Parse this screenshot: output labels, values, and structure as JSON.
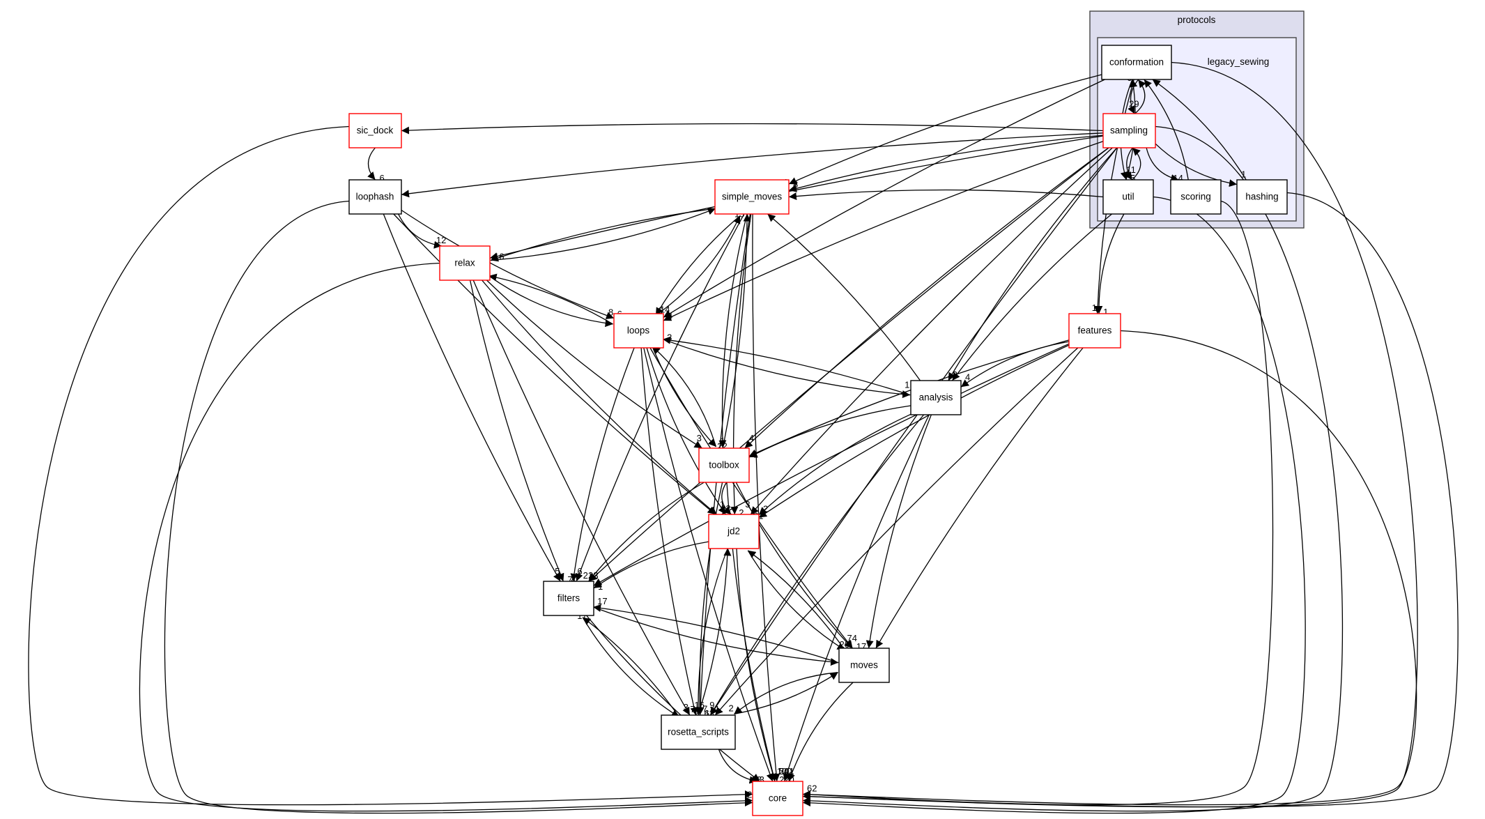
{
  "diagram": {
    "type": "directory-dependency-graph",
    "colors": {
      "node_border_default": "#000000",
      "node_border_highlight": "#ff0000",
      "cluster_outer_fill": "#ddddee",
      "cluster_inner_fill": "#eeeeff",
      "cluster_border": "#444444",
      "edge": "#000000"
    },
    "clusters": [
      {
        "id": "protocols",
        "label": "protocols"
      },
      {
        "id": "legacy_sewing",
        "label": "legacy_sewing",
        "parent": "protocols"
      }
    ],
    "nodes": [
      {
        "id": "conformation",
        "label": "conformation",
        "cluster": "legacy_sewing",
        "highlight": false
      },
      {
        "id": "sampling",
        "label": "sampling",
        "cluster": "legacy_sewing",
        "highlight": true
      },
      {
        "id": "util",
        "label": "util",
        "cluster": "legacy_sewing",
        "highlight": false
      },
      {
        "id": "scoring",
        "label": "scoring",
        "cluster": "legacy_sewing",
        "highlight": false
      },
      {
        "id": "hashing",
        "label": "hashing",
        "cluster": "legacy_sewing",
        "highlight": false
      },
      {
        "id": "sic_dock",
        "label": "sic_dock",
        "highlight": true
      },
      {
        "id": "loophash",
        "label": "loophash",
        "highlight": false
      },
      {
        "id": "simple_moves",
        "label": "simple_moves",
        "highlight": true
      },
      {
        "id": "relax",
        "label": "relax",
        "highlight": true
      },
      {
        "id": "loops",
        "label": "loops",
        "highlight": true
      },
      {
        "id": "features",
        "label": "features",
        "highlight": true
      },
      {
        "id": "analysis",
        "label": "analysis",
        "highlight": false
      },
      {
        "id": "toolbox",
        "label": "toolbox",
        "highlight": true
      },
      {
        "id": "jd2",
        "label": "jd2",
        "highlight": true
      },
      {
        "id": "filters",
        "label": "filters",
        "highlight": false
      },
      {
        "id": "moves",
        "label": "moves",
        "highlight": false
      },
      {
        "id": "rosetta_scripts",
        "label": "rosetta_scripts",
        "highlight": false
      },
      {
        "id": "core",
        "label": "core",
        "highlight": true
      }
    ],
    "edges": [
      {
        "from": "conformation",
        "to": "sampling",
        "label": "29"
      },
      {
        "from": "sampling",
        "to": "conformation",
        "label": "5"
      },
      {
        "from": "util",
        "to": "conformation",
        "label": "6"
      },
      {
        "from": "scoring",
        "to": "conformation",
        "label": "5"
      },
      {
        "from": "hashing",
        "to": "conformation",
        "label": ""
      },
      {
        "from": "conformation",
        "to": "util",
        "label": "5"
      },
      {
        "from": "sampling",
        "to": "util",
        "label": "11"
      },
      {
        "from": "util",
        "to": "sampling",
        "label": "2"
      },
      {
        "from": "sampling",
        "to": "scoring",
        "label": "14"
      },
      {
        "from": "sampling",
        "to": "hashing",
        "label": "1"
      },
      {
        "from": "sampling",
        "to": "sic_dock",
        "label": "2"
      },
      {
        "from": "sic_dock",
        "to": "loophash",
        "label": "6"
      },
      {
        "from": "sampling",
        "to": "loophash",
        "label": "5"
      },
      {
        "from": "sampling",
        "to": "simple_moves",
        "label": "8"
      },
      {
        "from": "conformation",
        "to": "simple_moves",
        "label": "1"
      },
      {
        "from": "util",
        "to": "simple_moves",
        "label": "1"
      },
      {
        "from": "loophash",
        "to": "relax",
        "label": "12"
      },
      {
        "from": "sampling",
        "to": "relax",
        "label": "16"
      },
      {
        "from": "simple_moves",
        "to": "relax",
        "label": "2"
      },
      {
        "from": "relax",
        "to": "simple_moves",
        "label": "32"
      },
      {
        "from": "loops",
        "to": "relax",
        "label": "1"
      },
      {
        "from": "relax",
        "to": "loops",
        "label": "6"
      },
      {
        "from": "loophash",
        "to": "loops",
        "label": "8"
      },
      {
        "from": "conformation",
        "to": "loops",
        "label": "4"
      },
      {
        "from": "sampling",
        "to": "loops",
        "label": "6"
      },
      {
        "from": "simple_moves",
        "to": "loops",
        "label": "14"
      },
      {
        "from": "loops",
        "to": "simple_moves",
        "label": "15"
      },
      {
        "from": "toolbox",
        "to": "simple_moves",
        "label": "10"
      },
      {
        "from": "analysis",
        "to": "simple_moves",
        "label": "1"
      },
      {
        "from": "analysis",
        "to": "loops",
        "label": "3"
      },
      {
        "from": "loops",
        "to": "analysis",
        "label": "1"
      },
      {
        "from": "sampling",
        "to": "analysis",
        "label": "2"
      },
      {
        "from": "util",
        "to": "analysis",
        "label": "1"
      },
      {
        "from": "features",
        "to": "analysis",
        "label": "4"
      },
      {
        "from": "conformation",
        "to": "features",
        "label": "1"
      },
      {
        "from": "util",
        "to": "features",
        "label": "1"
      },
      {
        "from": "relax",
        "to": "toolbox",
        "label": "3"
      },
      {
        "from": "loops",
        "to": "toolbox",
        "label": "1"
      },
      {
        "from": "simple_moves",
        "to": "toolbox",
        "label": "22"
      },
      {
        "from": "sampling",
        "to": "toolbox",
        "label": "4"
      },
      {
        "from": "analysis",
        "to": "toolbox",
        "label": "4"
      },
      {
        "from": "features",
        "to": "toolbox",
        "label": "1"
      },
      {
        "from": "toolbox",
        "to": "loops",
        "label": "15"
      },
      {
        "from": "relax",
        "to": "jd2",
        "label": "1"
      },
      {
        "from": "loops",
        "to": "jd2",
        "label": "1"
      },
      {
        "from": "loophash",
        "to": "jd2",
        "label": "1"
      },
      {
        "from": "toolbox",
        "to": "jd2",
        "label": "2"
      },
      {
        "from": "simple_moves",
        "to": "jd2",
        "label": "2"
      },
      {
        "from": "sampling",
        "to": "jd2",
        "label": "3"
      },
      {
        "from": "analysis",
        "to": "jd2",
        "label": "2"
      },
      {
        "from": "features",
        "to": "jd2",
        "label": "21"
      },
      {
        "from": "rosetta_scripts",
        "to": "jd2",
        "label": "5"
      },
      {
        "from": "moves",
        "to": "jd2",
        "label": "1"
      },
      {
        "from": "relax",
        "to": "filters",
        "label": "7"
      },
      {
        "from": "loophash",
        "to": "filters",
        "label": "5"
      },
      {
        "from": "sampling",
        "to": "filters",
        "label": "3"
      },
      {
        "from": "simple_moves",
        "to": "filters",
        "label": "4"
      },
      {
        "from": "loops",
        "to": "filters",
        "label": "6"
      },
      {
        "from": "toolbox",
        "to": "filters",
        "label": "2"
      },
      {
        "from": "jd2",
        "to": "filters",
        "label": "1"
      },
      {
        "from": "features",
        "to": "filters",
        "label": "22"
      },
      {
        "from": "moves",
        "to": "filters",
        "label": "17"
      },
      {
        "from": "rosetta_scripts",
        "to": "filters",
        "label": "17"
      },
      {
        "from": "filters",
        "to": "moves",
        "label": "12"
      },
      {
        "from": "jd2",
        "to": "moves",
        "label": "26"
      },
      {
        "from": "toolbox",
        "to": "moves",
        "label": "17"
      },
      {
        "from": "loops",
        "to": "moves",
        "label": "74"
      },
      {
        "from": "analysis",
        "to": "moves",
        "label": ""
      },
      {
        "from": "features",
        "to": "moves",
        "label": ""
      },
      {
        "from": "rosetta_scripts",
        "to": "moves",
        "label": "39"
      },
      {
        "from": "moves",
        "to": "rosetta_scripts",
        "label": "2"
      },
      {
        "from": "simple_moves",
        "to": "rosetta_scripts",
        "label": "63"
      },
      {
        "from": "toolbox",
        "to": "rosetta_scripts",
        "label": "16"
      },
      {
        "from": "jd2",
        "to": "rosetta_scripts",
        "label": "7"
      },
      {
        "from": "analysis",
        "to": "rosetta_scripts",
        "label": "1"
      },
      {
        "from": "filters",
        "to": "rosetta_scripts",
        "label": "3"
      },
      {
        "from": "loops",
        "to": "rosetta_scripts",
        "label": "7"
      },
      {
        "from": "relax",
        "to": "rosetta_scripts",
        "label": "2"
      },
      {
        "from": "features",
        "to": "rosetta_scripts",
        "label": "9"
      },
      {
        "from": "sampling",
        "to": "rosetta_scripts",
        "label": "1"
      },
      {
        "from": "rosetta_scripts",
        "to": "core",
        "label": "88"
      },
      {
        "from": "jd2",
        "to": "core",
        "label": "201"
      },
      {
        "from": "moves",
        "to": "core",
        "label": "18"
      },
      {
        "from": "toolbox",
        "to": "core",
        "label": "220"
      },
      {
        "from": "analysis",
        "to": "core",
        "label": "54"
      },
      {
        "from": "features",
        "to": "core",
        "label": "62"
      },
      {
        "from": "filters",
        "to": "core",
        "label": "23"
      },
      {
        "from": "loops",
        "to": "core",
        "label": "100"
      },
      {
        "from": "relax",
        "to": "core",
        "label": "205"
      },
      {
        "from": "loophash",
        "to": "core",
        "label": "105"
      },
      {
        "from": "sic_dock",
        "to": "core",
        "label": ""
      },
      {
        "from": "conformation",
        "to": "core",
        "label": ""
      },
      {
        "from": "simple_moves",
        "to": "core",
        "label": ""
      },
      {
        "from": "sampling",
        "to": "core",
        "label": ""
      },
      {
        "from": "util",
        "to": "core",
        "label": ""
      },
      {
        "from": "scoring",
        "to": "core",
        "label": ""
      },
      {
        "from": "hashing",
        "to": "core",
        "label": ""
      }
    ]
  }
}
